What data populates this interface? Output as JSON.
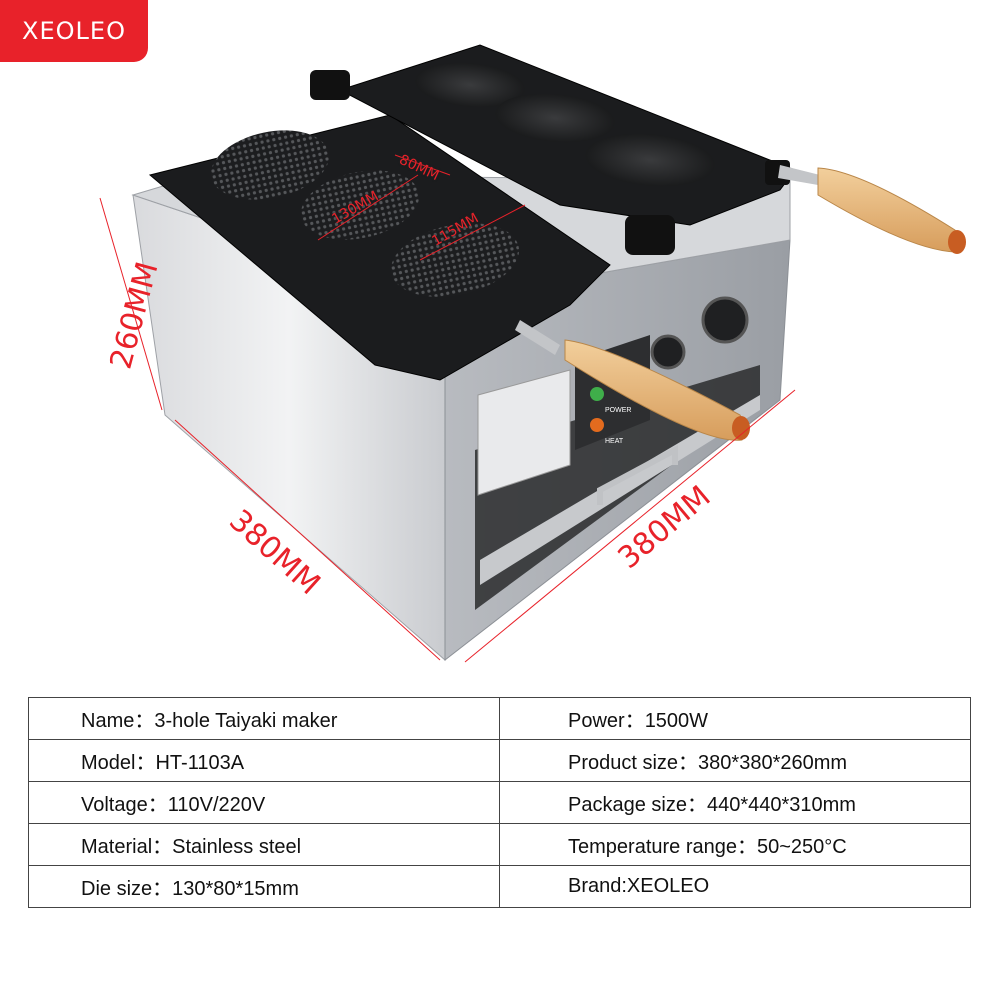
{
  "brand_badge": {
    "text": "XEOLEO",
    "color": "#e8222a"
  },
  "dimension_labels": {
    "height": "260MM",
    "width_left": "380MM",
    "depth_right": "380MM",
    "mold_length": "130MM",
    "mold_width": "80MM",
    "mold_depth": "115MM"
  },
  "specs": {
    "rows": [
      {
        "left": "Name：3-hole Taiyaki maker",
        "right": "Power：1500W"
      },
      {
        "left": "Model：HT-1103A",
        "right": "Product size：380*380*260mm"
      },
      {
        "left": "Voltage：110V/220V",
        "right": "Package size：440*440*310mm"
      },
      {
        "left": "Material：Stainless steel",
        "right": "Temperature range：50~250°C"
      },
      {
        "left": "Die size：130*80*15mm",
        "right": "Brand:XEOLEO"
      }
    ]
  },
  "control_panel": {
    "power_label": "POWER",
    "heat_label": "HEAT"
  }
}
